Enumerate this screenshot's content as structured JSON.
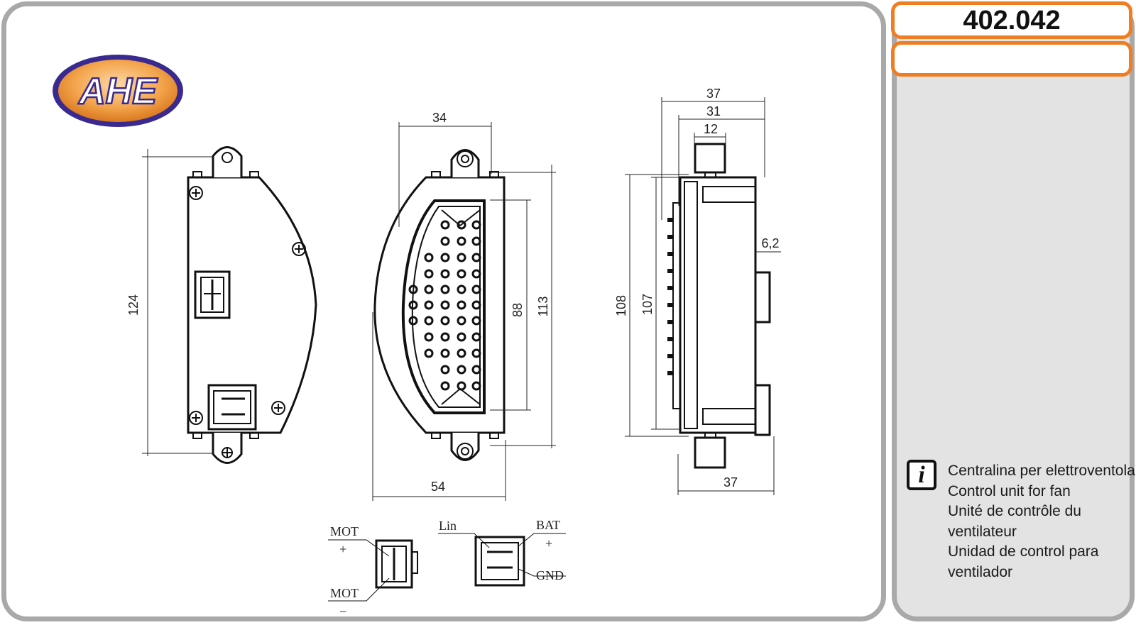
{
  "brand": {
    "logo_text": "AHE"
  },
  "product": {
    "code": "402.042",
    "secondary": ""
  },
  "description": [
    "Centralina per elettroventola",
    "Control unit for fan",
    "Unité de contrôle du",
    "ventilateur",
    "Unidad de control para",
    "ventilador"
  ],
  "info_icon": {
    "glyph": "i",
    "icon": "info-icon"
  },
  "dimensions": {
    "front_height": "124",
    "top_width": "34",
    "bottom_width": "54",
    "connector_height": "88",
    "body_height": "113",
    "side_top_37": "37",
    "side_top_31": "31",
    "side_top_12": "12",
    "side_height_108": "108",
    "side_height_107": "107",
    "side_tab": "6,2",
    "side_bottom_37": "37"
  },
  "pinout": {
    "mot_plus": "MOT",
    "plus": "+",
    "mot_minus": "MOT",
    "minus": "−",
    "lin": "Lin",
    "bat": "BAT",
    "bat_plus": "+",
    "gnd": "GND"
  },
  "colors": {
    "accent_orange": "#ef7d22",
    "panel_gray": "#a9a9a9",
    "logo_blue": "#3a2a8f",
    "logo_orange": "#f4a64e"
  }
}
